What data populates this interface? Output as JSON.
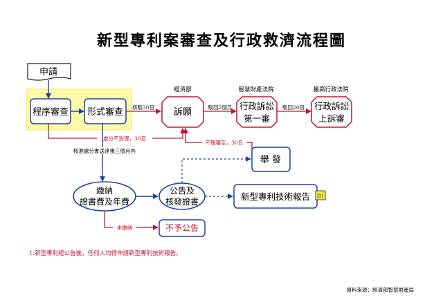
{
  "title": "新型專利案審查及行政救濟流程圖",
  "nodes": {
    "apply": "申請",
    "procedural": "程序審查",
    "formal": "形式審查",
    "appeal": "訴願",
    "admin_first_1": "行政訴訟",
    "admin_first_2": "第一審",
    "admin_appeal_1": "行政訴訟",
    "admin_appeal_2": "上訴審",
    "report_evidence": "舉 發",
    "pay_1": "繳納",
    "pay_2": "證書費及年費",
    "announce_1": "公告及",
    "announce_2": "核發證書",
    "tech_report": "新型專利技術報告",
    "no_announce": "不予公告"
  },
  "agencies": {
    "moea": "經濟部",
    "ip_court": "智慧財產法院",
    "supreme_admin": "最高行政法院"
  },
  "edge_labels": {
    "to_appeal": "核駁30日",
    "to_first": "駁回2個月",
    "to_upper": "駁回20日",
    "not_accepted": "處分不受理，30日",
    "dissatisfied": "不服審定，30日",
    "approval_note": "核准處分書送達後三個月內",
    "not_paid": "未繳納"
  },
  "note_mark": "註1",
  "footnote": "1.新型專利經公告後，任何人均得申請新型專利技術報告。",
  "source": "資料來源：經濟部智慧財產局"
}
